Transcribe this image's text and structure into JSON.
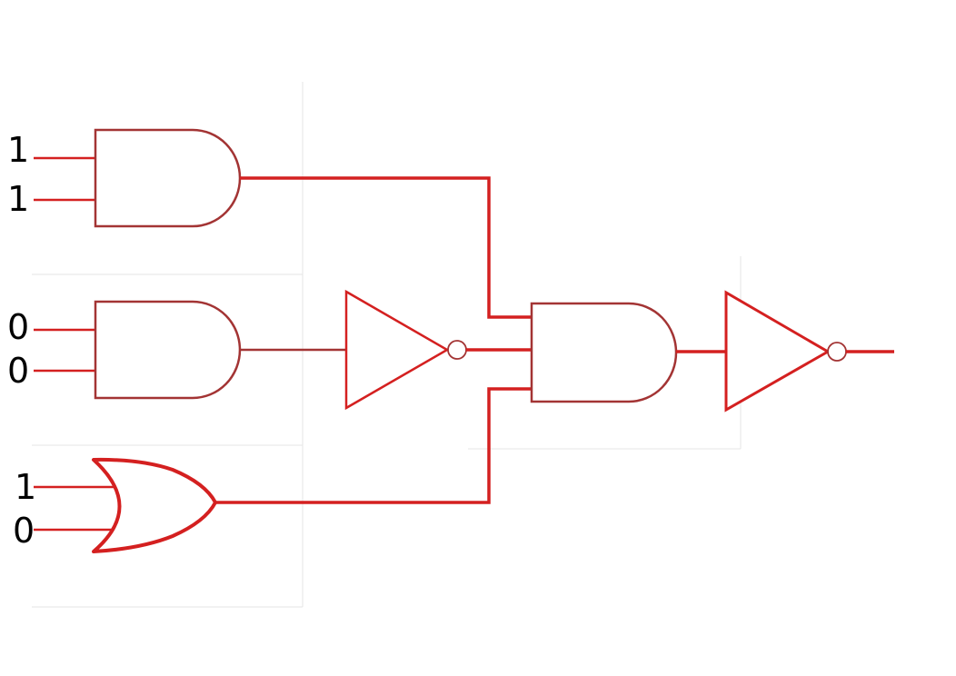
{
  "colors": {
    "wire": "#d42020",
    "gate_outline_dark": "#a33434",
    "gate_outline_bright": "#d42020",
    "label": "#000000",
    "panel_border": "#e6e6e6"
  },
  "inputs": {
    "gate1_a": "1",
    "gate1_b": "1",
    "gate2_a": "0",
    "gate2_b": "0",
    "gate3_a": "1",
    "gate3_b": "0"
  },
  "gates": [
    {
      "id": "and-gate-1",
      "type": "AND"
    },
    {
      "id": "and-gate-2",
      "type": "AND"
    },
    {
      "id": "or-gate-1",
      "type": "OR"
    },
    {
      "id": "not-gate-1",
      "type": "NOT"
    },
    {
      "id": "and-gate-3",
      "type": "AND"
    },
    {
      "id": "not-gate-2",
      "type": "NOT"
    }
  ]
}
